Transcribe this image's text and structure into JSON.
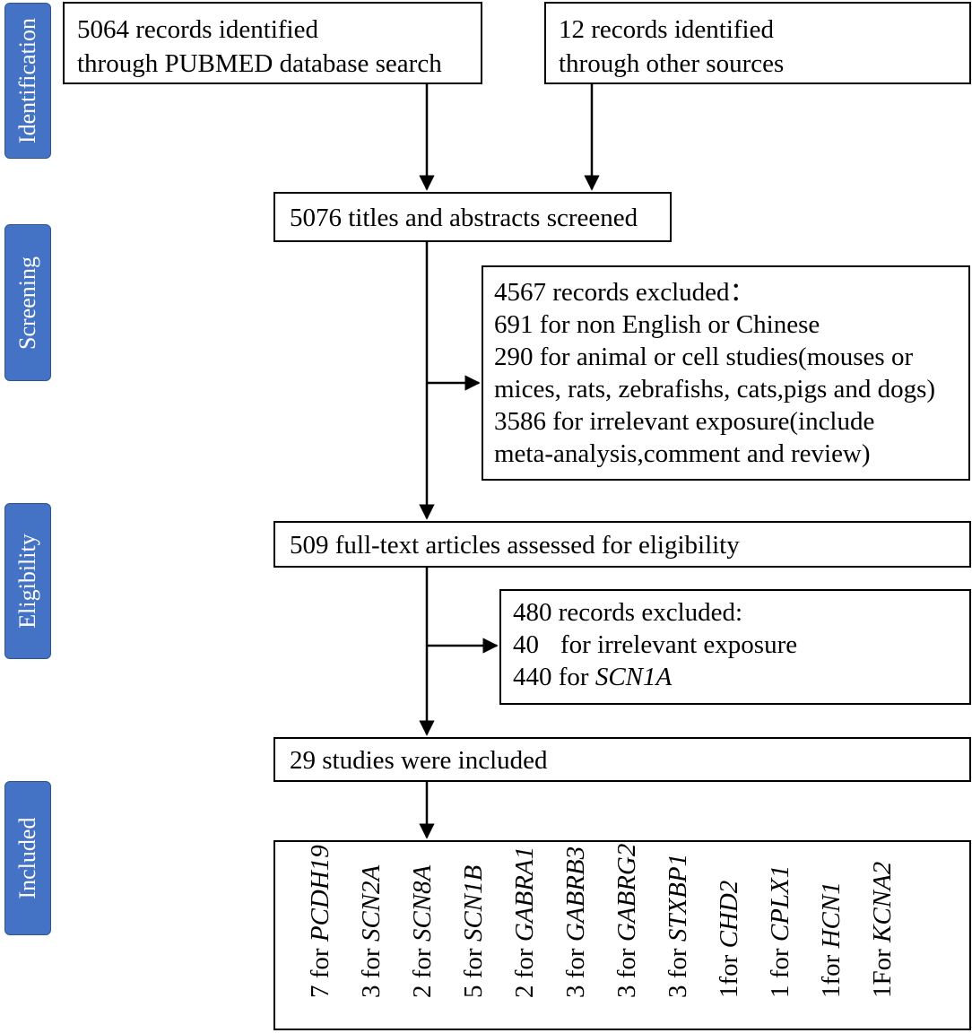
{
  "stages": [
    {
      "label": "Identification"
    },
    {
      "label": "Screening"
    },
    {
      "label": "Eligibility"
    },
    {
      "label": "Included"
    }
  ],
  "identification": {
    "pubmed": {
      "line1": "5064 records identified",
      "line2": "through PUBMED  database search"
    },
    "other": {
      "line1": "12 records identified",
      "line2": "through other sources"
    }
  },
  "screening": {
    "screened": "5076 titles and abstracts screened",
    "excluded": {
      "heading": "4567 records excluded：",
      "line1": "691 for non English or Chinese",
      "line2": "290 for animal or cell studies(mouses or",
      "line3": "mices, rats, zebrafishs, cats,pigs and dogs)",
      "line4": "3586 for irrelevant exposure(include",
      "line5": "meta-analysis,comment and review)"
    }
  },
  "eligibility": {
    "assessed": "509 full-text articles assessed for eligibility",
    "excluded": {
      "heading": "480 records excluded:",
      "line1_count": "40",
      "line1_text": "for irrelevant exposure",
      "line2_prefix": "440 for ",
      "line2_gene": "SCN1A"
    }
  },
  "included": {
    "label": "29 studies were included",
    "genes": [
      {
        "prefix": "7 for ",
        "gene": "PCDH19"
      },
      {
        "prefix": "3 for ",
        "gene": "SCN2A"
      },
      {
        "prefix": "2 for ",
        "gene": "SCN8A"
      },
      {
        "prefix": "5 for ",
        "gene": "SCN1B"
      },
      {
        "prefix": "2 for ",
        "gene": "GABRA1"
      },
      {
        "prefix": "3 for ",
        "gene": "GABRB3"
      },
      {
        "prefix": "3 for ",
        "gene": "GABRG2"
      },
      {
        "prefix": "3 for ",
        "gene": "STXBP1"
      },
      {
        "prefix": "1for ",
        "gene": "CHD2"
      },
      {
        "prefix": "1 for ",
        "gene": "CPLX1"
      },
      {
        "prefix": "1for ",
        "gene": "HCN1"
      },
      {
        "prefix": "1For ",
        "gene": "KCNA2"
      }
    ]
  }
}
